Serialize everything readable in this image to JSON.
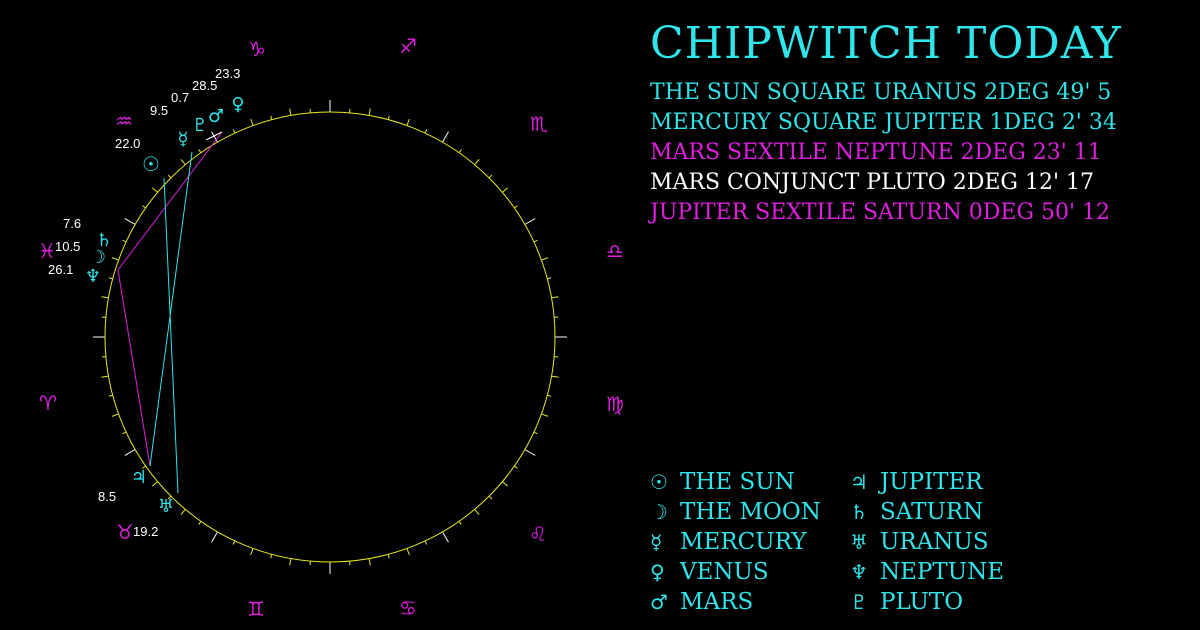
{
  "title": "CHIPWITCH TODAY",
  "colors": {
    "cyan": "#2ee6ec",
    "magenta": "#e01ee0",
    "yellow": "#e8e81e",
    "white": "#ffffff"
  },
  "aspects": [
    {
      "text": "THE SUN SQUARE URANUS 2DEG 49' 5",
      "color": "#2ee6ec"
    },
    {
      "text": "MERCURY SQUARE JUPITER 1DEG 2' 34",
      "color": "#2ee6ec"
    },
    {
      "text": "MARS SEXTILE NEPTUNE 2DEG 23' 11",
      "color": "#e01ee0"
    },
    {
      "text": "MARS CONJUNCT PLUTO 2DEG 12' 17",
      "color": "#ffffff"
    },
    {
      "text": "JUPITER SEXTILE SATURN 0DEG 50' 12",
      "color": "#e01ee0"
    }
  ],
  "legend": [
    {
      "glyph": "☉",
      "name": "THE SUN",
      "icon": "sun-icon"
    },
    {
      "glyph": "☽",
      "name": "THE MOON",
      "icon": "moon-icon"
    },
    {
      "glyph": "☿",
      "name": "MERCURY",
      "icon": "mercury-icon"
    },
    {
      "glyph": "♀",
      "name": "VENUS",
      "icon": "venus-icon"
    },
    {
      "glyph": "♂",
      "name": "MARS",
      "icon": "mars-icon"
    },
    {
      "glyph": "♃",
      "name": "JUPITER",
      "icon": "jupiter-icon"
    },
    {
      "glyph": "♄",
      "name": "SATURN",
      "icon": "saturn-icon"
    },
    {
      "glyph": "♅",
      "name": "URANUS",
      "icon": "uranus-icon"
    },
    {
      "glyph": "♆",
      "name": "NEPTUNE",
      "icon": "neptune-icon"
    },
    {
      "glyph": "♇",
      "name": "PLUTO",
      "icon": "pluto-icon"
    }
  ],
  "zodiac": [
    {
      "glyph": "♈",
      "icon": "aries-icon"
    },
    {
      "glyph": "♉",
      "icon": "taurus-icon"
    },
    {
      "glyph": "♊",
      "icon": "gemini-icon"
    },
    {
      "glyph": "♋",
      "icon": "cancer-icon"
    },
    {
      "glyph": "♌",
      "icon": "leo-icon"
    },
    {
      "glyph": "♍",
      "icon": "virgo-icon"
    },
    {
      "glyph": "♎",
      "icon": "libra-icon"
    },
    {
      "glyph": "♏",
      "icon": "scorpio-icon"
    },
    {
      "glyph": "♐",
      "icon": "sagittarius-icon"
    },
    {
      "glyph": "♑",
      "icon": "capricorn-icon"
    },
    {
      "glyph": "♒",
      "icon": "aquarius-icon"
    },
    {
      "glyph": "♓",
      "icon": "pisces-icon"
    }
  ],
  "planets": [
    {
      "name": "sun",
      "glyph": "☉",
      "label": ""
    },
    {
      "name": "moon",
      "glyph": "☽",
      "label": "10.5"
    },
    {
      "name": "mercury",
      "glyph": "☿",
      "label": "9.5"
    },
    {
      "name": "venus",
      "glyph": "♀",
      "label": "23.3"
    },
    {
      "name": "mars",
      "glyph": "♂",
      "label": "28.5"
    },
    {
      "name": "jupiter",
      "glyph": "♃",
      "label": "8.5"
    },
    {
      "name": "saturn",
      "glyph": "♄",
      "label": "7.6"
    },
    {
      "name": "uranus",
      "glyph": "♅",
      "label": "19.2"
    },
    {
      "name": "neptune",
      "glyph": "♆",
      "label": "26.1"
    },
    {
      "name": "pluto",
      "glyph": "♇",
      "label": "0.7"
    }
  ],
  "sun_label": "22.0"
}
